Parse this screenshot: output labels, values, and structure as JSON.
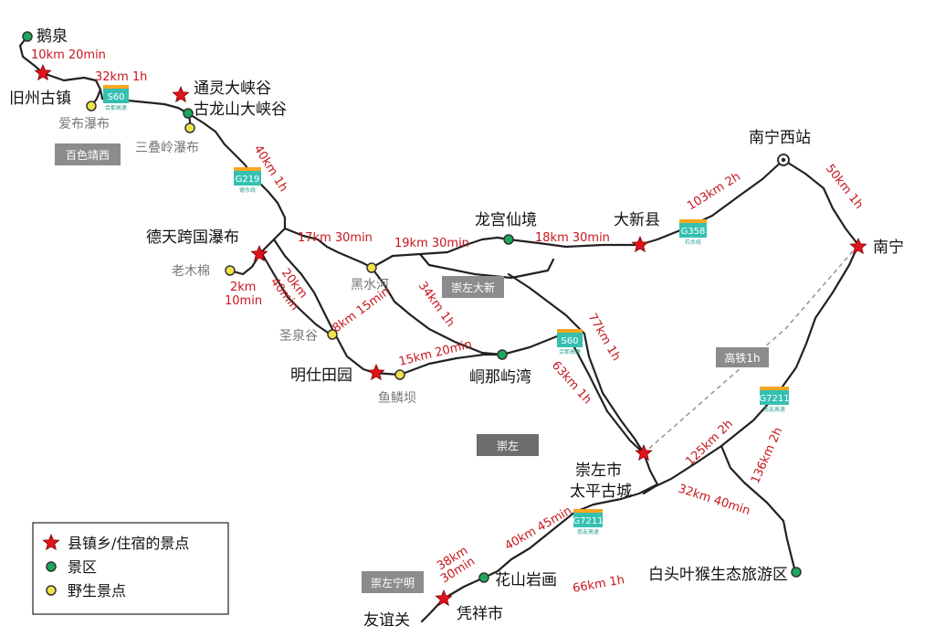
{
  "places": {
    "equan": "鹅泉",
    "jiuzhou": "旧州古镇",
    "aibu": "爱布瀑布",
    "tongling": "通灵大峡谷",
    "gulongshan": "古龙山大峡谷",
    "sandieling": "三叠岭瀑布",
    "detian": "德天跨国瀑布",
    "laomumian": "老木棉",
    "heishuihe": "黑水河",
    "longgong": "龙宫仙境",
    "daxin": "大新县",
    "nanning_west": "南宁西站",
    "nanning": "南宁",
    "shengquangu": "圣泉谷",
    "mingshi": "明仕田园",
    "yulinba": "鱼鳞坝",
    "tongnayu": "峒那屿湾",
    "chongzuo_city": "崇左市",
    "taiping": "太平古城",
    "huashan": "花山岩画",
    "pingxiang": "凭祥市",
    "youyiguan": "友谊关",
    "baitou": "白头叶猴生态旅游区"
  },
  "distances": {
    "d1": "10km 20min",
    "d2": "32km 1h",
    "d3": "40km 1h",
    "d4": "17km 30min",
    "d5": "19km 30min",
    "d6": "18km 30min",
    "d7": "103km 2h",
    "d8": "50km 1h",
    "d9a": "20km",
    "d9b": "40min",
    "d10a": "2km",
    "d10b": "10min",
    "d11": "34km 1h",
    "d12": "77km 1h",
    "d13": "8km 15min",
    "d14": "15km 20min",
    "d15": "63km 1h",
    "d16": "125km 2h",
    "d17": "136km 2h",
    "d18": "32km 40min",
    "d19": "40km 45min",
    "d20a": "38km",
    "d20b": "30min",
    "d21": "66km 1h"
  },
  "regions": {
    "baise": "百色靖西",
    "chongzuo_daxin": "崇左大新",
    "chongzuo": "崇左",
    "chongzuo_ningming": "崇左宁明"
  },
  "rail_label": "高铁1h",
  "shields": {
    "s60a": {
      "code": "S60",
      "sub": "合那高速"
    },
    "g219": {
      "code": "G219",
      "sub": "德东线"
    },
    "g358": {
      "code": "G358",
      "sub": "石水线"
    },
    "s60b": {
      "code": "S60",
      "sub": "合那高速"
    },
    "g7211a": {
      "code": "G7211",
      "sub": "南友高速"
    },
    "g7211b": {
      "code": "G7211",
      "sub": "南友高速"
    }
  },
  "legend": {
    "town": "县镇乡/住宿的景点",
    "scenic": "景区",
    "wild": "野生景点"
  },
  "colors": {
    "distance": "#c8161d",
    "town_star": "#e1131a",
    "scenic": "#1aa85c",
    "wild": "#f2e24a",
    "shield": "#36c0b0"
  }
}
